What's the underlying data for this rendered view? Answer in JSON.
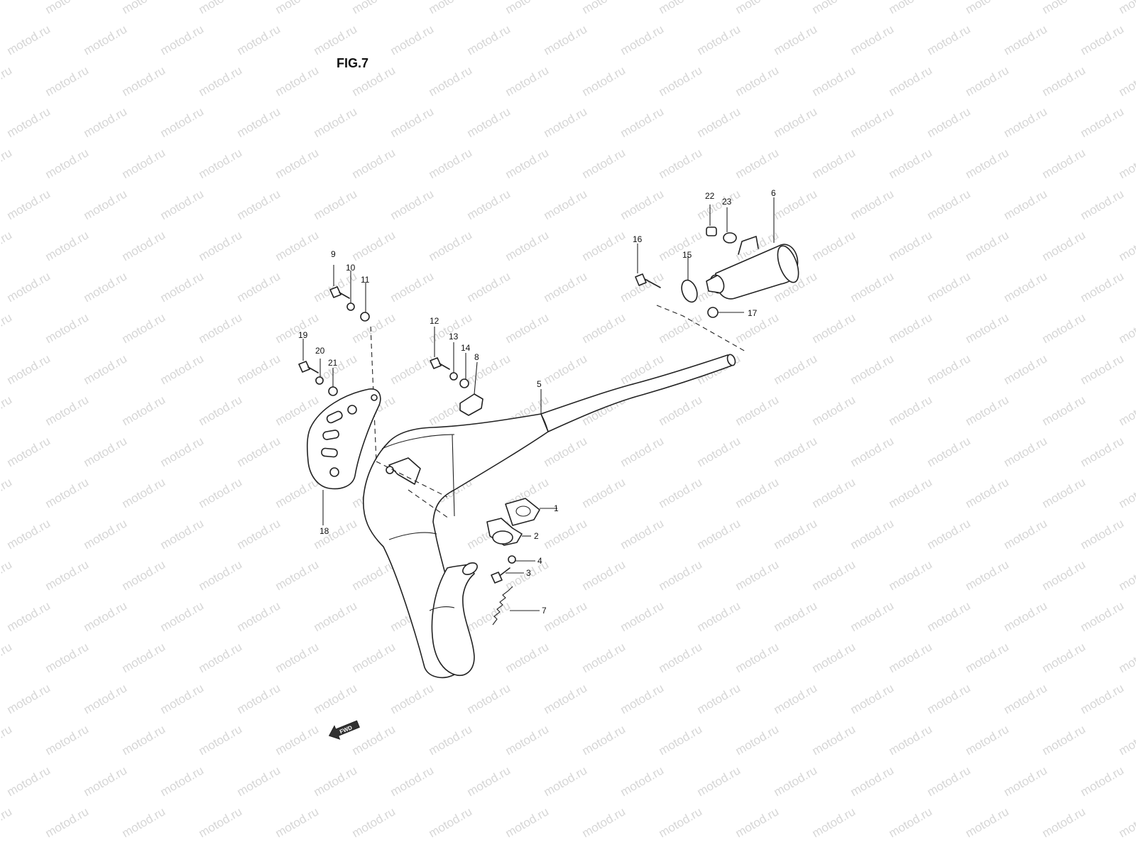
{
  "figure": {
    "title": "FIG.7"
  },
  "watermark": {
    "text": "motod.ru"
  },
  "fwd_arrow": {
    "label": "FWD"
  },
  "callouts": [
    {
      "id": "c1",
      "label": "1"
    },
    {
      "id": "c2",
      "label": "2"
    },
    {
      "id": "c3",
      "label": "3"
    },
    {
      "id": "c4",
      "label": "4"
    },
    {
      "id": "c5",
      "label": "5"
    },
    {
      "id": "c6",
      "label": "6"
    },
    {
      "id": "c7",
      "label": "7"
    },
    {
      "id": "c8",
      "label": "8"
    },
    {
      "id": "c9",
      "label": "9"
    },
    {
      "id": "c10",
      "label": "10"
    },
    {
      "id": "c11",
      "label": "11"
    },
    {
      "id": "c12",
      "label": "12"
    },
    {
      "id": "c13",
      "label": "13"
    },
    {
      "id": "c14",
      "label": "14"
    },
    {
      "id": "c15",
      "label": "15"
    },
    {
      "id": "c16",
      "label": "16"
    },
    {
      "id": "c17",
      "label": "17"
    },
    {
      "id": "c18",
      "label": "18"
    },
    {
      "id": "c19",
      "label": "19"
    },
    {
      "id": "c20",
      "label": "20"
    },
    {
      "id": "c21",
      "label": "21"
    },
    {
      "id": "c22",
      "label": "22"
    },
    {
      "id": "c23",
      "label": "23"
    }
  ],
  "colors": {
    "line": "#222222",
    "watermark": "#d6d6d6",
    "background": "#ffffff"
  }
}
